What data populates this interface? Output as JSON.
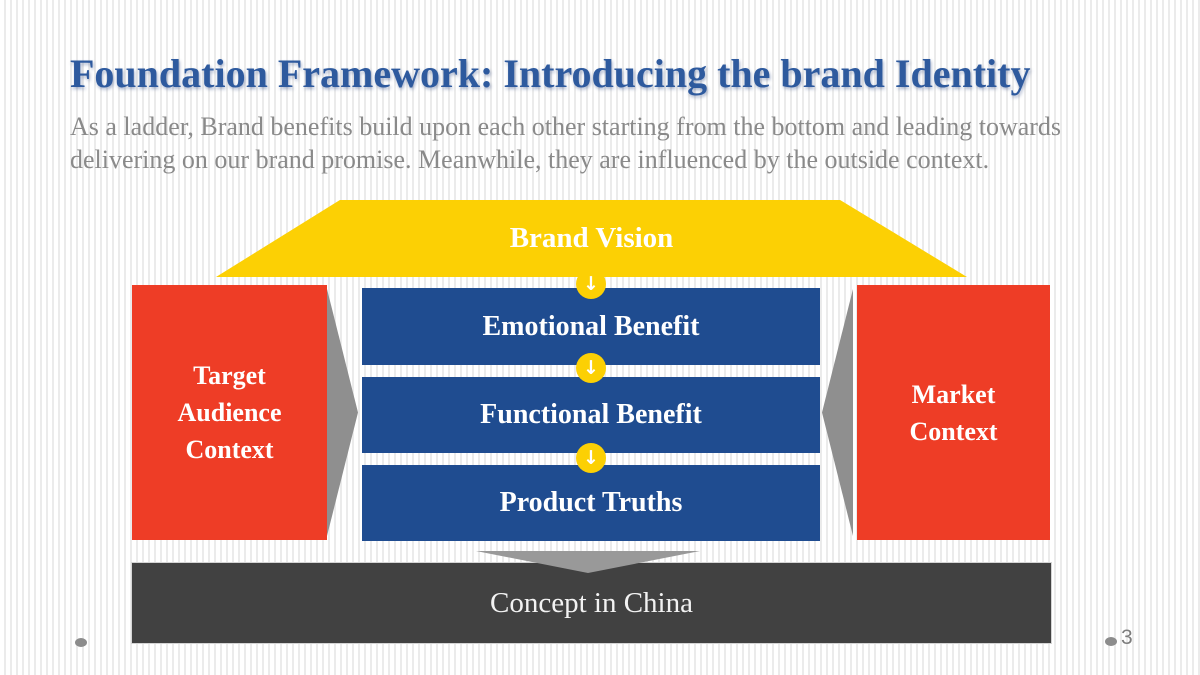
{
  "slide": {
    "title": "Foundation Framework: Introducing the brand Identity",
    "subtitle": "As a ladder, Brand benefits build upon each other starting from the bottom and leading towards delivering on our brand promise. Meanwhile, they are influenced by the outside context.",
    "page_number": "3"
  },
  "diagram": {
    "vision": {
      "label": "Brand Vision"
    },
    "ladder": [
      {
        "label": "Emotional Benefit"
      },
      {
        "label": "Functional Benefit"
      },
      {
        "label": "Product Truths"
      }
    ],
    "left_context": {
      "label": "Target Audience Context"
    },
    "right_context": {
      "label": "Market Context"
    },
    "foundation": {
      "label": "Concept in China"
    },
    "down_arrow_glyph": "↓"
  },
  "colors": {
    "accent_yellow": "#FCD004",
    "accent_red": "#EE3D26",
    "accent_blue": "#1F4C90",
    "foundation_dark": "#414141",
    "arrow_gray": "#8F8F8F",
    "title_blue": "#2E5A9E",
    "body_gray": "#8A8A8A"
  }
}
